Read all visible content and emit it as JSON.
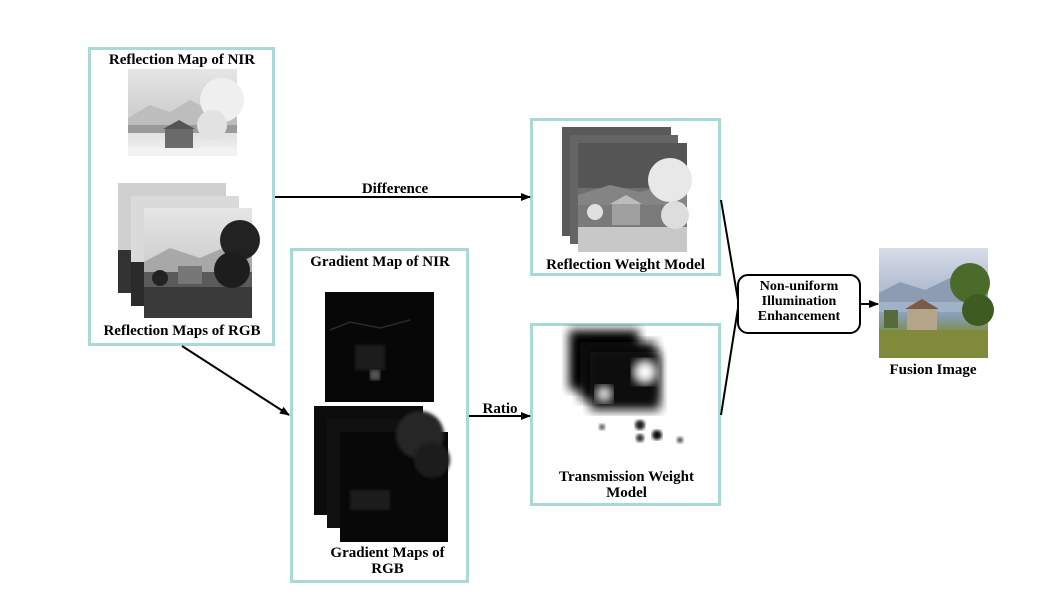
{
  "labels": {
    "reflection_nir": "Reflection Map of NIR",
    "reflection_rgb": "Reflection Maps of RGB",
    "gradient_nir": "Gradient Map of NIR",
    "gradient_rgb": "Gradient Maps of RGB",
    "reflection_weight": "Reflection Weight Model",
    "transmission_weight": "Transmission Weight Model",
    "enhancement": "Non-uniform Illumination Enhancement",
    "fusion": "Fusion Image",
    "difference": "Difference",
    "ratio": "Ratio"
  },
  "colors": {
    "box_border": "#a8d8d8",
    "arrow": "#000000"
  }
}
